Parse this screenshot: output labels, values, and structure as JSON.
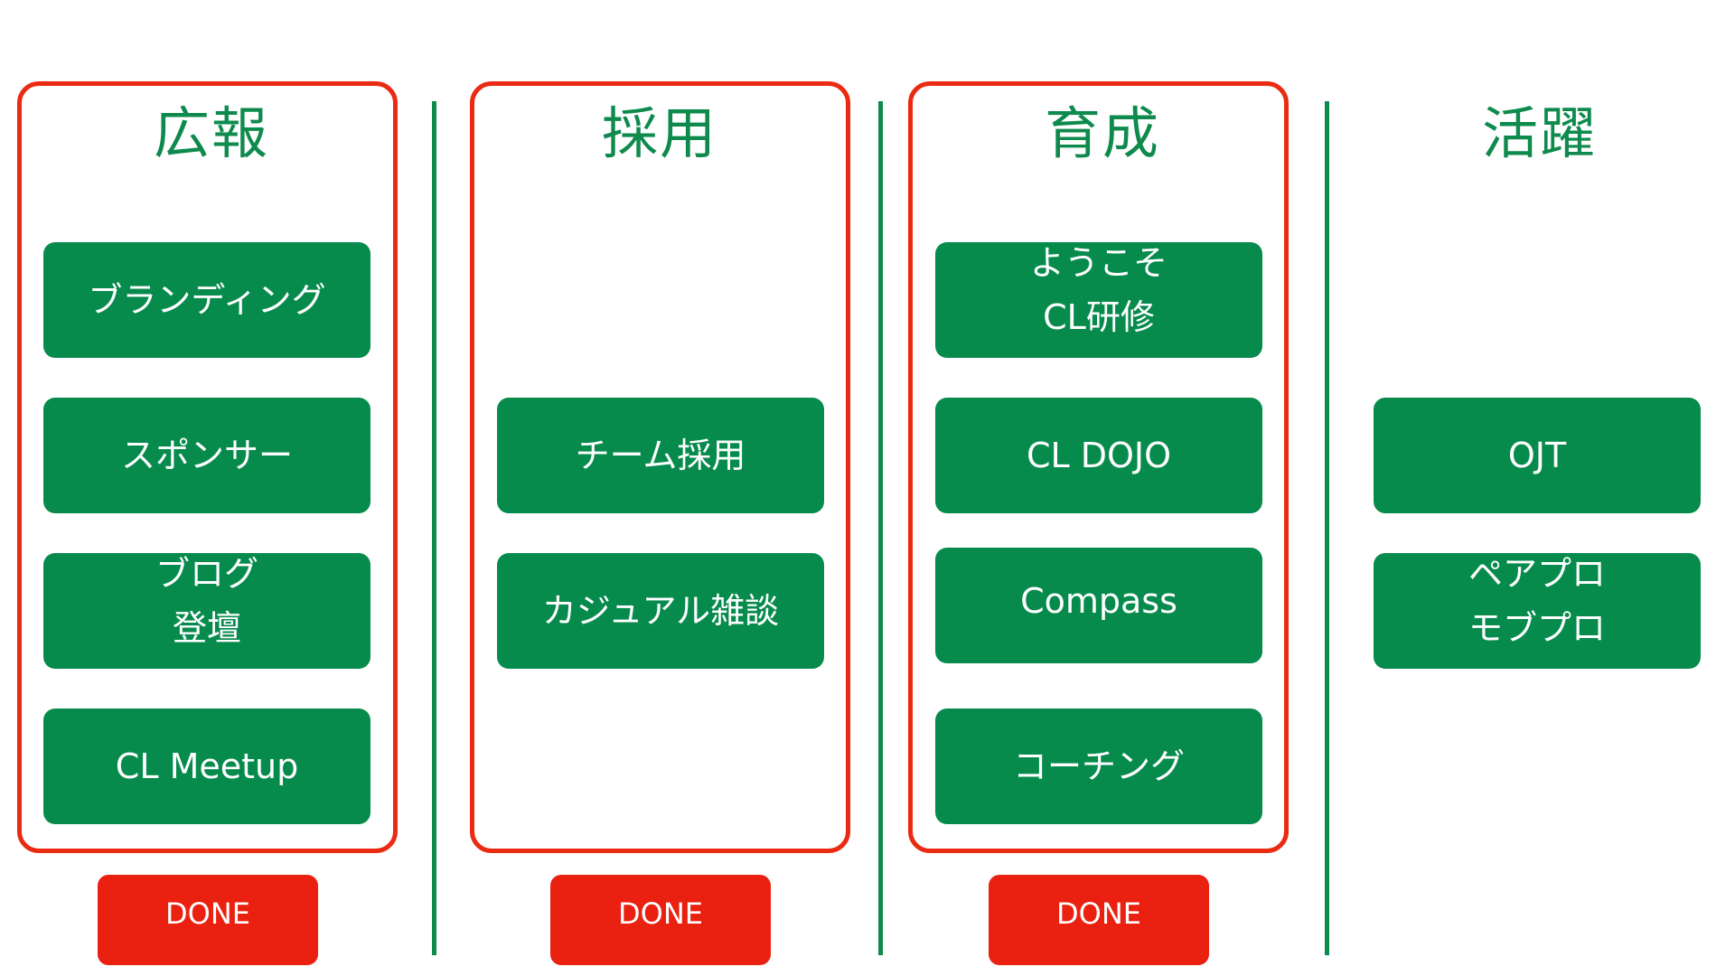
{
  "columns": [
    {
      "title": "広報",
      "cards": [
        [
          "ブランディング"
        ],
        [
          "スポンサー"
        ],
        [
          "ブログ",
          "登壇"
        ],
        [
          "CL Meetup"
        ]
      ],
      "status": "DONE"
    },
    {
      "title": "採用",
      "cards": [
        [
          "チーム採用"
        ],
        [
          "カジュアル雑談"
        ]
      ],
      "status": "DONE"
    },
    {
      "title": "育成",
      "cards": [
        [
          "ようこそ",
          "CL研修"
        ],
        [
          "CL DOJO"
        ],
        [
          "Compass"
        ],
        [
          "コーチング"
        ]
      ],
      "status": "DONE"
    },
    {
      "title": "活躍",
      "cards": [
        [
          "OJT"
        ],
        [
          "ペアプロ",
          "モブプロ"
        ]
      ]
    }
  ],
  "colors": {
    "green": "#068b4d",
    "red": "#ea2110",
    "background": "#ffffff"
  }
}
